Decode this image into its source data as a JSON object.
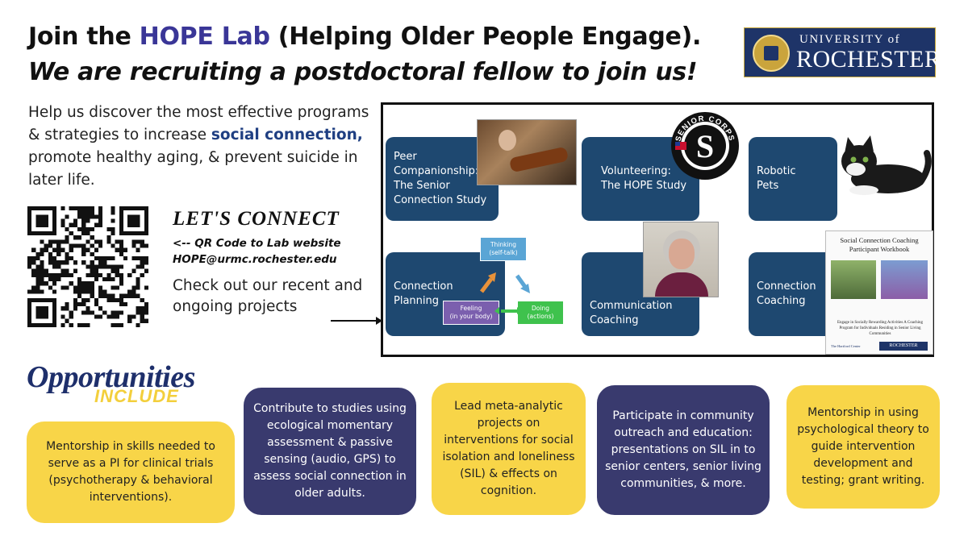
{
  "header": {
    "title_prefix": "Join the ",
    "title_highlight": "HOPE Lab",
    "title_suffix": " (Helping Older People Engage).",
    "subtitle": "We are recruiting a postdoctoral fellow to join us!"
  },
  "logo": {
    "line1": "UNIVERSITY of",
    "line2": "ROCHESTER"
  },
  "intro": {
    "part1": "Help us discover the most effective programs & strategies to increase ",
    "highlight": "social connection,",
    "part2": " promote healthy aging, & prevent suicide in later life."
  },
  "connect": {
    "heading": "LET'S CONNECT",
    "qr_line": "<-- QR Code to Lab website",
    "email": "HOPE@urmc.rochester.edu",
    "check_out": "Check out our recent and ongoing projects"
  },
  "projects": [
    {
      "name": "peer",
      "line1": "Peer",
      "line2": "Companionship:",
      "line3": "The Senior",
      "line4": "Connection Study"
    },
    {
      "name": "volunteering",
      "line1": "Volunteering:",
      "line2": "The HOPE Study"
    },
    {
      "name": "robotic",
      "line1": "Robotic",
      "line2": "Pets"
    },
    {
      "name": "planning",
      "line1": "Connection",
      "line2": "Planning"
    },
    {
      "name": "communication",
      "line1": "Communication",
      "line2": "Coaching"
    },
    {
      "name": "coaching",
      "line1": "Connection",
      "line2": "Coaching"
    }
  ],
  "cycle": {
    "thinking": "Thinking",
    "thinking_sub": "(self-talk)",
    "feeling": "Feeling",
    "feeling_sub": "(in your body)",
    "doing": "Doing",
    "doing_sub": "(actions)"
  },
  "seal": {
    "text": "SENIOR CORPS"
  },
  "workbook": {
    "title": "Social Connection Coaching Participant Workbook",
    "subtitle": "Engage in Socially Rewarding Activities A Coaching Program for Individuals Residing in Senior Living Communities",
    "logo_left": "The Hartford Center",
    "logo_right": "ROCHESTER"
  },
  "opportunities": {
    "heading": "Opportunities",
    "subheading": "INCLUDE",
    "cards": [
      {
        "style": "yellow",
        "text": "Mentorship in skills needed to serve as a PI for clinical trials (psychotherapy & behavioral interventions)."
      },
      {
        "style": "blue",
        "text": "Contribute to studies using ecological momentary assessment & passive sensing (audio, GPS) to assess social connection in older adults."
      },
      {
        "style": "yellow",
        "text": "Lead meta-analytic projects on interventions for social isolation and loneliness (SIL) & effects on cognition."
      },
      {
        "style": "blue",
        "text": "Participate in community outreach and education: presentations on SIL in to senior centers, senior living communities, & more."
      },
      {
        "style": "yellow",
        "text": "Mentorship in using psychological theory to guide intervention development and testing; grant writing."
      }
    ]
  },
  "colors": {
    "accent_purple": "#3a3697",
    "navy": "#1e4870",
    "yellow": "#f8d548",
    "card_blue": "#393a6e"
  }
}
